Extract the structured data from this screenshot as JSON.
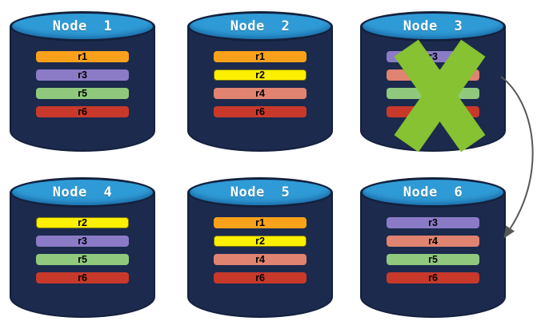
{
  "colors": {
    "cylinder_body": "#1C2A4D",
    "cylinder_top": "#2F9BD6",
    "cylinder_outline": "#13203D",
    "title_text": "#FFFFFF",
    "replica_text": "#000000",
    "failure_x": "#86C232",
    "arrow": "#575757",
    "orange": "#F9A11B",
    "yellow": "#FCF000",
    "purple": "#8B7BC7",
    "salmon": "#E08370",
    "green": "#90C97E",
    "red": "#C8392B"
  },
  "nodes": [
    {
      "title": "Node 1",
      "failed": false,
      "replicas": [
        {
          "label": "r1",
          "color": "orange"
        },
        {
          "label": "r3",
          "color": "purple"
        },
        {
          "label": "r5",
          "color": "green"
        },
        {
          "label": "r6",
          "color": "red"
        }
      ]
    },
    {
      "title": "Node 2",
      "failed": false,
      "replicas": [
        {
          "label": "r1",
          "color": "orange"
        },
        {
          "label": "r2",
          "color": "yellow"
        },
        {
          "label": "r4",
          "color": "salmon"
        },
        {
          "label": "r6",
          "color": "red"
        }
      ]
    },
    {
      "title": "Node 3",
      "failed": true,
      "replicas": [
        {
          "label": "r3",
          "color": "purple"
        },
        {
          "label": "",
          "color": "salmon"
        },
        {
          "label": "",
          "color": "green"
        },
        {
          "label": "",
          "color": "red"
        }
      ]
    },
    {
      "title": "Node 4",
      "failed": false,
      "replicas": [
        {
          "label": "r2",
          "color": "yellow"
        },
        {
          "label": "r3",
          "color": "purple"
        },
        {
          "label": "r5",
          "color": "green"
        },
        {
          "label": "r6",
          "color": "red"
        }
      ]
    },
    {
      "title": "Node 5",
      "failed": false,
      "replicas": [
        {
          "label": "r1",
          "color": "orange"
        },
        {
          "label": "r2",
          "color": "yellow"
        },
        {
          "label": "r4",
          "color": "salmon"
        },
        {
          "label": "r6",
          "color": "red"
        }
      ]
    },
    {
      "title": "Node 6",
      "failed": false,
      "replicas": [
        {
          "label": "r3",
          "color": "purple"
        },
        {
          "label": "r4",
          "color": "salmon"
        },
        {
          "label": "r5",
          "color": "green"
        },
        {
          "label": "r6",
          "color": "red"
        }
      ]
    }
  ],
  "arrow": {
    "from": "Node 3",
    "to": "Node 6"
  }
}
